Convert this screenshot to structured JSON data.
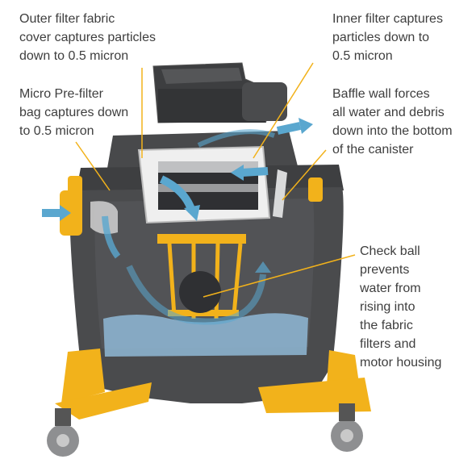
{
  "labels": {
    "outer_filter": [
      "Outer filter fabric",
      "cover captures particles",
      "down to 0.5 micron"
    ],
    "micro_prefilter": [
      "Micro Pre-filter",
      "bag captures down",
      "to 0.5 micron"
    ],
    "inner_filter": [
      "Inner filter captures",
      "particles down to",
      "0.5 micron"
    ],
    "baffle_wall": [
      "Baffle wall forces",
      "all water and debris",
      "down into the bottom",
      "of the canister"
    ],
    "check_ball": [
      "Check ball",
      "prevents",
      "water from",
      "rising into",
      "the fabric",
      "filters and",
      "motor housing"
    ]
  },
  "colors": {
    "body": "#4a4b4d",
    "body_dark": "#3a3b3d",
    "accent": "#f2b21b",
    "airflow": "#5aa7cf",
    "water": "#8fb8d6",
    "leader": "#f2b21b"
  }
}
